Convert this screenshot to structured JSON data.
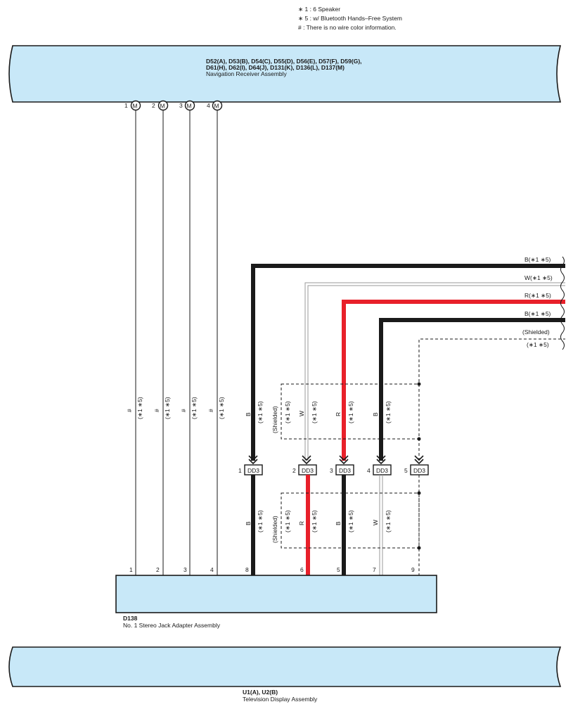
{
  "legend": [
    "∗ 1 : 6 Speaker",
    "∗ 5 : w/ Bluetooth Hands–Free System",
    "# : There is no wire color information."
  ],
  "navigation_receiver": {
    "code_line1": "D52(A), D53(B), D54(C), D55(D), D56(E), D57(F), D59(G),",
    "code_line2": "D61(H), D62(I), D64(J), D131(K), D136(L), D137(M)",
    "name": "Navigation Receiver Assembly"
  },
  "receiver_pins": [
    {
      "number": "1",
      "connector": "M"
    },
    {
      "number": "2",
      "connector": "M"
    },
    {
      "number": "3",
      "connector": "M"
    },
    {
      "number": "4",
      "connector": "M"
    }
  ],
  "left_wires": [
    {
      "color_label": "#",
      "condition": "(∗1 ∗5)",
      "pin": "1"
    },
    {
      "color_label": "#",
      "condition": "(∗1 ∗5)",
      "pin": "2"
    },
    {
      "color_label": "#",
      "condition": "(∗1 ∗5)",
      "pin": "3"
    },
    {
      "color_label": "#",
      "condition": "(∗1 ∗5)",
      "pin": "4"
    }
  ],
  "right_edge_wires": [
    {
      "label": "B(∗1 ∗5)",
      "color": "#1a1a1a"
    },
    {
      "label": "W(∗1 ∗5)",
      "color": "#b0b0b0"
    },
    {
      "label": "R(∗1 ∗5)",
      "color": "#e8202a"
    },
    {
      "label": "B(∗1 ∗5)",
      "color": "#1a1a1a"
    },
    {
      "label": "(Shielded)",
      "sublabel": "(∗1 ∗5)",
      "color": "#1a1a1a"
    }
  ],
  "upper_section": {
    "shield_label": "(Shielded)",
    "shield_condition": "(∗1 ∗5)",
    "wires": [
      {
        "color_label": "B",
        "condition": "(∗1 ∗5)"
      },
      {
        "color_label": "W",
        "condition": "(∗1 ∗5)"
      },
      {
        "color_label": "R",
        "condition": "(∗1 ∗5)"
      },
      {
        "color_label": "B",
        "condition": "(∗1 ∗5)"
      }
    ]
  },
  "dd3_connectors": [
    {
      "number": "1",
      "name": "DD3"
    },
    {
      "number": "2",
      "name": "DD3"
    },
    {
      "number": "3",
      "name": "DD3"
    },
    {
      "number": "4",
      "name": "DD3"
    },
    {
      "number": "5",
      "name": "DD3"
    }
  ],
  "lower_section": {
    "shield_label": "(Shielded)",
    "shield_condition": "(∗1 ∗5)",
    "wires": [
      {
        "color_label": "B",
        "condition": "(∗1 ∗5)"
      },
      {
        "color_label": "R",
        "condition": "(∗1 ∗5)"
      },
      {
        "color_label": "B",
        "condition": "(∗1 ∗5)"
      },
      {
        "color_label": "W",
        "condition": "(∗1 ∗5)"
      }
    ]
  },
  "jack_adapter": {
    "code": "D138",
    "name": "No.  1 Stereo Jack Adapter Assembly",
    "pins": [
      "1",
      "2",
      "3",
      "4",
      "8",
      "6",
      "5",
      "7",
      "9"
    ]
  },
  "television_display": {
    "code": "U1(A), U2(B)",
    "name": "Television Display Assembly"
  },
  "colors": {
    "component_fill": "#c8e8f8",
    "wire_black": "#1a1a1a",
    "wire_red": "#e8202a",
    "wire_white": "#b0b0b0"
  }
}
